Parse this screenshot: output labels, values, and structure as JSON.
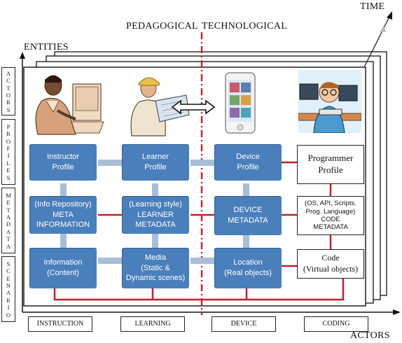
{
  "axes": {
    "time": "TIME",
    "entities": "ENTITIES",
    "actors": "ACTORS",
    "pedagogical": "PEDAGOGICAL",
    "technological": "TECHNOLOGICAL"
  },
  "side_labels": [
    {
      "letters": [
        "A",
        "C",
        "T",
        "O",
        "R",
        "S"
      ]
    },
    {
      "letters": [
        "P",
        "R",
        "O",
        "F",
        "I",
        "L",
        "E",
        "S"
      ]
    },
    {
      "letters": [
        "M",
        "E",
        "T",
        "A",
        "D",
        "A",
        "T",
        "A"
      ]
    },
    {
      "letters": [
        "S",
        "C",
        "E",
        "N",
        "A",
        "R",
        "I",
        "O"
      ]
    }
  ],
  "bottom_labels": [
    "INSTRUCTION",
    "LEARNING",
    "DEVICE",
    "CODING"
  ],
  "boxes": {
    "instructor_profile": [
      "Instructor",
      "Profile"
    ],
    "learner_profile": [
      "Learner",
      "Profile"
    ],
    "device_profile": [
      "Device",
      "Profile"
    ],
    "programmer_profile": [
      "Programmer",
      "Profile"
    ],
    "meta_information": [
      "(Info Repository)",
      "META",
      "INFORMATION"
    ],
    "learner_metadata": [
      "(Learning style)",
      "LEARNER",
      "METADATA"
    ],
    "device_metadata": [
      "DEVICE",
      "METADATA"
    ],
    "code_metadata": [
      "(OS, API, Scripts.",
      "Prog. Language)",
      "CODE",
      "METADATA"
    ],
    "information_content": [
      "Information",
      "(Content)"
    ],
    "media": [
      "Media",
      "(Static &",
      "Dynamic scenes)"
    ],
    "location": [
      "Location",
      "(Real objects)"
    ],
    "code": [
      "Code",
      "(Virtual objects)"
    ]
  },
  "colors": {
    "blue_box": "#4a7fbb",
    "connector_light": "#a9bdd6",
    "connector_red": "#c0202a",
    "divider": "#c0202a"
  },
  "icons": [
    "instructor-figure-icon",
    "engineer-figure-icon",
    "double-arrow-icon",
    "smartphone-icon",
    "programmer-figure-icon"
  ]
}
